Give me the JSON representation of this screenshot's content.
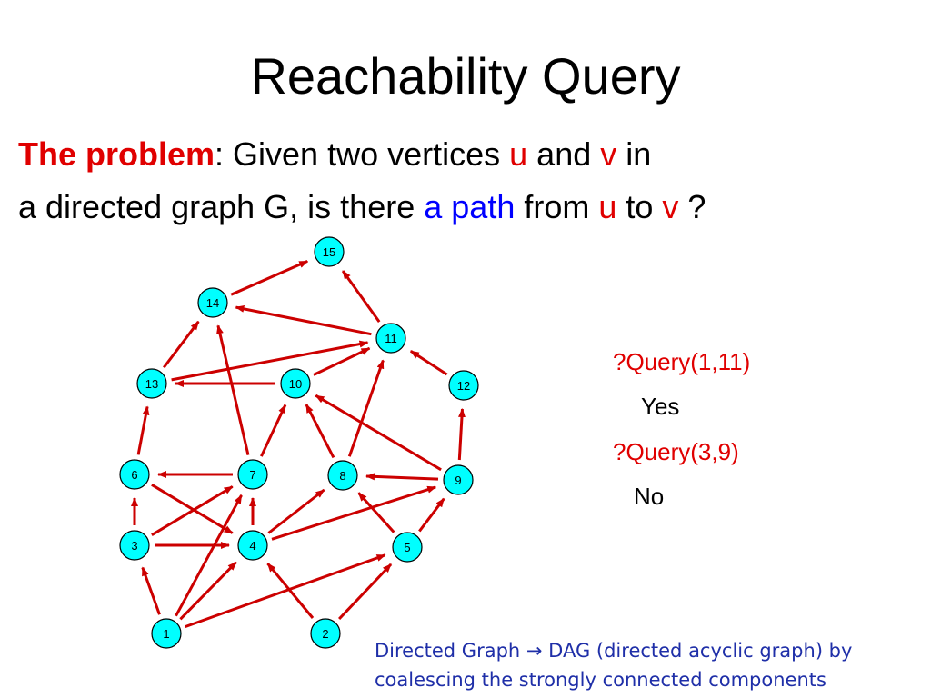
{
  "slide": {
    "title": "Reachability Query",
    "problem": {
      "lead": "The problem",
      "line1_rest": ": Given two vertices ",
      "u": "u",
      "and": " and ",
      "v": "v",
      "in": " in",
      "line2_a": "a directed graph G, is there ",
      "a_path": "a path",
      "from": " from ",
      "to": " to ",
      "end": " ?"
    },
    "queries": [
      {
        "query": "?Query(1,11)",
        "answer": "Yes"
      },
      {
        "query": "?Query(3,9)",
        "answer": "No"
      }
    ],
    "footnote": {
      "line1": "Directed Graph → DAG (directed acyclic graph) by",
      "line2": "coalescing the strongly connected components"
    },
    "colors": {
      "node_fill": "#00ffff",
      "edge": "#cc0000",
      "emphasis_red": "#e00000",
      "emphasis_blue": "#0000ff",
      "footnote": "#1f2fa8"
    }
  },
  "graph": {
    "nodes": [
      "1",
      "2",
      "3",
      "4",
      "5",
      "6",
      "7",
      "8",
      "9",
      "10",
      "11",
      "12",
      "13",
      "14",
      "15"
    ],
    "edges": [
      [
        "1",
        "3"
      ],
      [
        "1",
        "4"
      ],
      [
        "1",
        "7"
      ],
      [
        "1",
        "5"
      ],
      [
        "2",
        "4"
      ],
      [
        "2",
        "5"
      ],
      [
        "3",
        "6"
      ],
      [
        "3",
        "4"
      ],
      [
        "3",
        "7"
      ],
      [
        "4",
        "7"
      ],
      [
        "4",
        "8"
      ],
      [
        "4",
        "9"
      ],
      [
        "5",
        "8"
      ],
      [
        "5",
        "9"
      ],
      [
        "6",
        "4"
      ],
      [
        "6",
        "13"
      ],
      [
        "7",
        "6"
      ],
      [
        "7",
        "10"
      ],
      [
        "7",
        "14"
      ],
      [
        "8",
        "10"
      ],
      [
        "8",
        "11"
      ],
      [
        "9",
        "8"
      ],
      [
        "9",
        "10"
      ],
      [
        "9",
        "12"
      ],
      [
        "10",
        "11"
      ],
      [
        "10",
        "13"
      ],
      [
        "11",
        "14"
      ],
      [
        "11",
        "15"
      ],
      [
        "12",
        "11"
      ],
      [
        "13",
        "11"
      ],
      [
        "13",
        "14"
      ],
      [
        "14",
        "15"
      ]
    ]
  }
}
